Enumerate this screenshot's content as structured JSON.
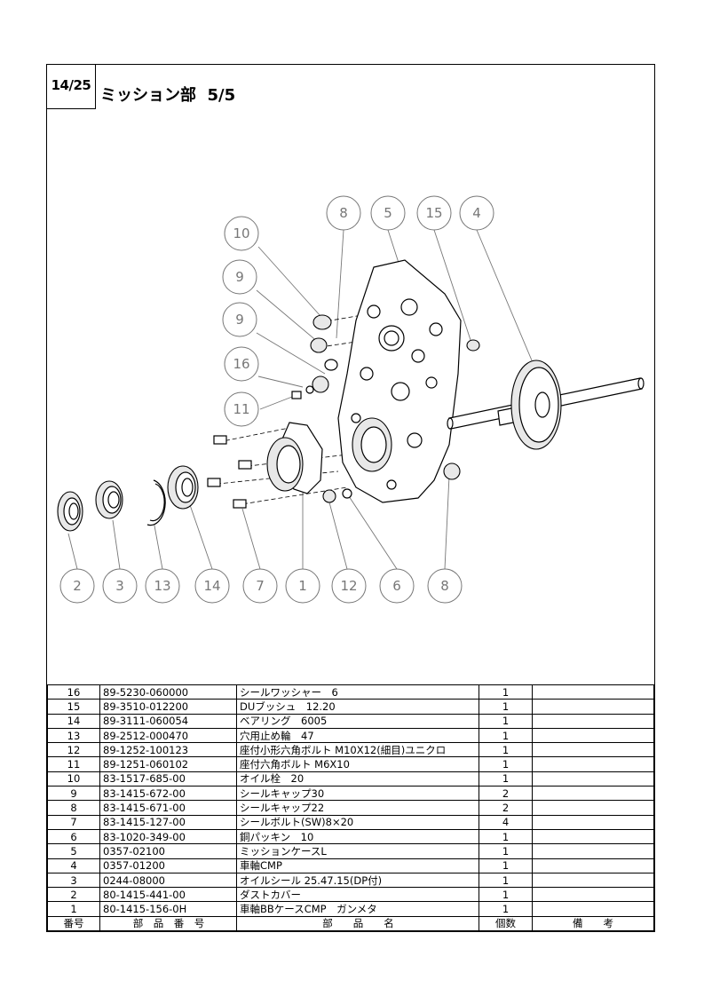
{
  "header": {
    "page": "14/25",
    "title": "ミッション部  5/5"
  },
  "callouts": [
    "8",
    "5",
    "15",
    "4",
    "10",
    "9",
    "9",
    "16",
    "11",
    "2",
    "3",
    "13",
    "14",
    "7",
    "1",
    "12",
    "6",
    "8"
  ],
  "table": {
    "headers": {
      "no": "番号",
      "part_number": "部　品　番　号",
      "name": "部　　品　　名",
      "qty": "個数",
      "remarks": "備　　考"
    },
    "rows": [
      {
        "no": "16",
        "part_number": "89-5230-060000",
        "name": "シールワッシャー　6",
        "qty": "1",
        "remarks": ""
      },
      {
        "no": "15",
        "part_number": "89-3510-012200",
        "name": "DUブッシュ　12.20",
        "qty": "1",
        "remarks": ""
      },
      {
        "no": "14",
        "part_number": "89-3111-060054",
        "name": "ベアリング　6005",
        "qty": "1",
        "remarks": ""
      },
      {
        "no": "13",
        "part_number": "89-2512-000470",
        "name": "穴用止め輪　47",
        "qty": "1",
        "remarks": ""
      },
      {
        "no": "12",
        "part_number": "89-1252-100123",
        "name": "座付小形六角ボルト M10X12(細目)ユニクロ",
        "qty": "1",
        "remarks": ""
      },
      {
        "no": "11",
        "part_number": "89-1251-060102",
        "name": "座付六角ボルト M6X10",
        "qty": "1",
        "remarks": ""
      },
      {
        "no": "10",
        "part_number": "83-1517-685-00",
        "name": "オイル栓　20",
        "qty": "1",
        "remarks": ""
      },
      {
        "no": "9",
        "part_number": "83-1415-672-00",
        "name": "シールキャップ30",
        "qty": "2",
        "remarks": ""
      },
      {
        "no": "8",
        "part_number": "83-1415-671-00",
        "name": "シールキャップ22",
        "qty": "2",
        "remarks": ""
      },
      {
        "no": "7",
        "part_number": "83-1415-127-00",
        "name": "シールボルト(SW)8×20",
        "qty": "4",
        "remarks": ""
      },
      {
        "no": "6",
        "part_number": "83-1020-349-00",
        "name": "銅パッキン　10",
        "qty": "1",
        "remarks": ""
      },
      {
        "no": "5",
        "part_number": "0357-02100",
        "name": "ミッションケースL",
        "qty": "1",
        "remarks": ""
      },
      {
        "no": "4",
        "part_number": "0357-01200",
        "name": "車軸CMP",
        "qty": "1",
        "remarks": ""
      },
      {
        "no": "3",
        "part_number": "0244-08000",
        "name": "オイルシール 25.47.15(DP付)",
        "qty": "1",
        "remarks": ""
      },
      {
        "no": "2",
        "part_number": "80-1415-441-00",
        "name": "ダストカバー",
        "qty": "1",
        "remarks": ""
      },
      {
        "no": "1",
        "part_number": "80-1415-156-0H",
        "name": "車軸BBケースCMP　ガンメタ",
        "qty": "1",
        "remarks": ""
      }
    ]
  }
}
